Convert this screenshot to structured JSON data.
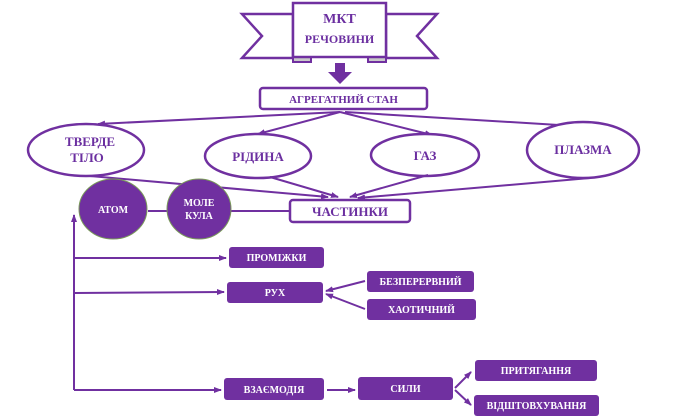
{
  "title": {
    "line1": "МКТ",
    "line2": "РЕЧОВИНИ"
  },
  "colors": {
    "accent": "#7030a0",
    "text": "#6b2fa0",
    "fill_text": "#ffffff",
    "circle_border": "#7a9a5a"
  },
  "nodes": {
    "aggregate_state": "АГРЕГАТНИЙ СТАН",
    "solid_line1": "ТВЕРДЕ",
    "solid_line2": "ТІЛО",
    "liquid": "РІДИНА",
    "gas": "ГАЗ",
    "plasma": "ПЛАЗМА",
    "particles": "ЧАСТИНКИ",
    "atom": "АТОМ",
    "molecule_line1": "МОЛЕ",
    "molecule_line2": "КУЛА",
    "gaps": "ПРОМІЖКИ",
    "motion": "РУХ",
    "continuous": "БЕЗПЕРЕРВНИЙ",
    "chaotic": "ХАОТИЧНИЙ",
    "interaction": "ВЗАЄМОДІЯ",
    "forces": "СИЛИ",
    "attraction": "ПРИТЯГАННЯ",
    "repulsion": "ВІДШТОВХУВАННЯ"
  }
}
